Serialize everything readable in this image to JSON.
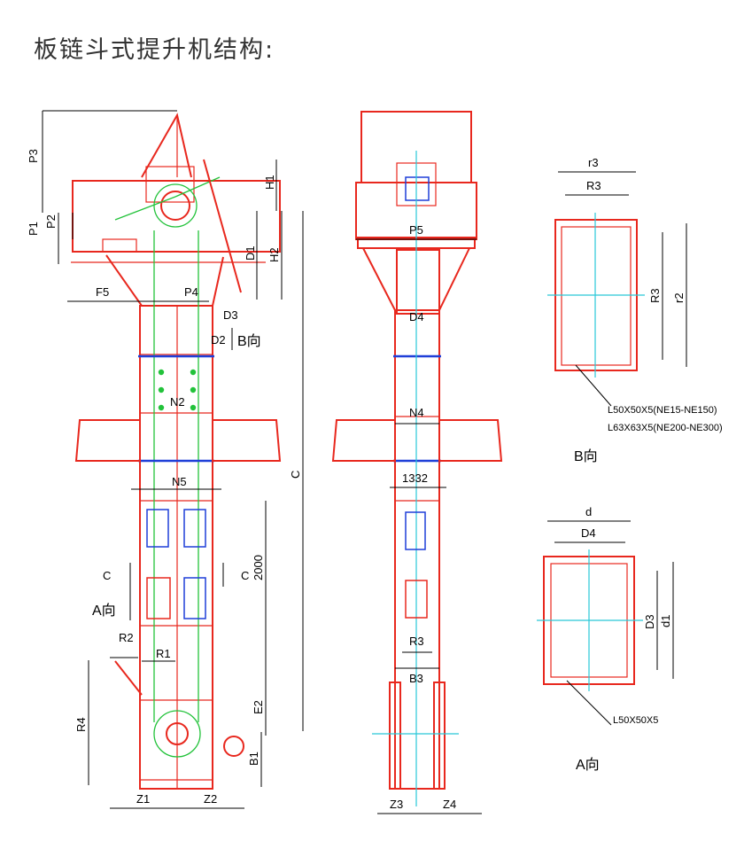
{
  "title": "板链斗式提升机结构:",
  "front_view": {
    "dims": {
      "P3": "P3",
      "H1": "H1",
      "P1": "P1",
      "P2": "P2",
      "H2": "H2",
      "D1": "D1",
      "F5": "F5",
      "P4": "P4",
      "D3": "D3",
      "D2": "D2",
      "N2": "N2",
      "N5": "N5",
      "C": "C",
      "H2000": "2000",
      "R2": "R2",
      "R1": "R1",
      "R4": "R4",
      "E2": "E2",
      "B1": "B1",
      "Z1": "Z1",
      "Z2": "Z2"
    },
    "marks": {
      "B_dir": "B向",
      "A_dir": "A向",
      "C_left": "C",
      "C_right": "C"
    }
  },
  "side_view": {
    "dims": {
      "P5": "P5",
      "D4": "D4",
      "N4": "N4",
      "L32": "1332",
      "R3": "R3",
      "B3": "B3",
      "Z3": "Z3",
      "Z4": "Z4"
    }
  },
  "view_b": {
    "dims": {
      "r3": "r3",
      "R3": "R3",
      "R3v": "R3",
      "r2": "r2"
    },
    "spec1": "L50X50X5(NE15-NE150)",
    "spec2": "L63X63X5(NE200-NE300)",
    "caption": "B向"
  },
  "view_a": {
    "dims": {
      "d": "d",
      "D4": "D4",
      "D3": "D3",
      "d1": "d1"
    },
    "spec": "L50X50X5",
    "caption": "A向"
  }
}
